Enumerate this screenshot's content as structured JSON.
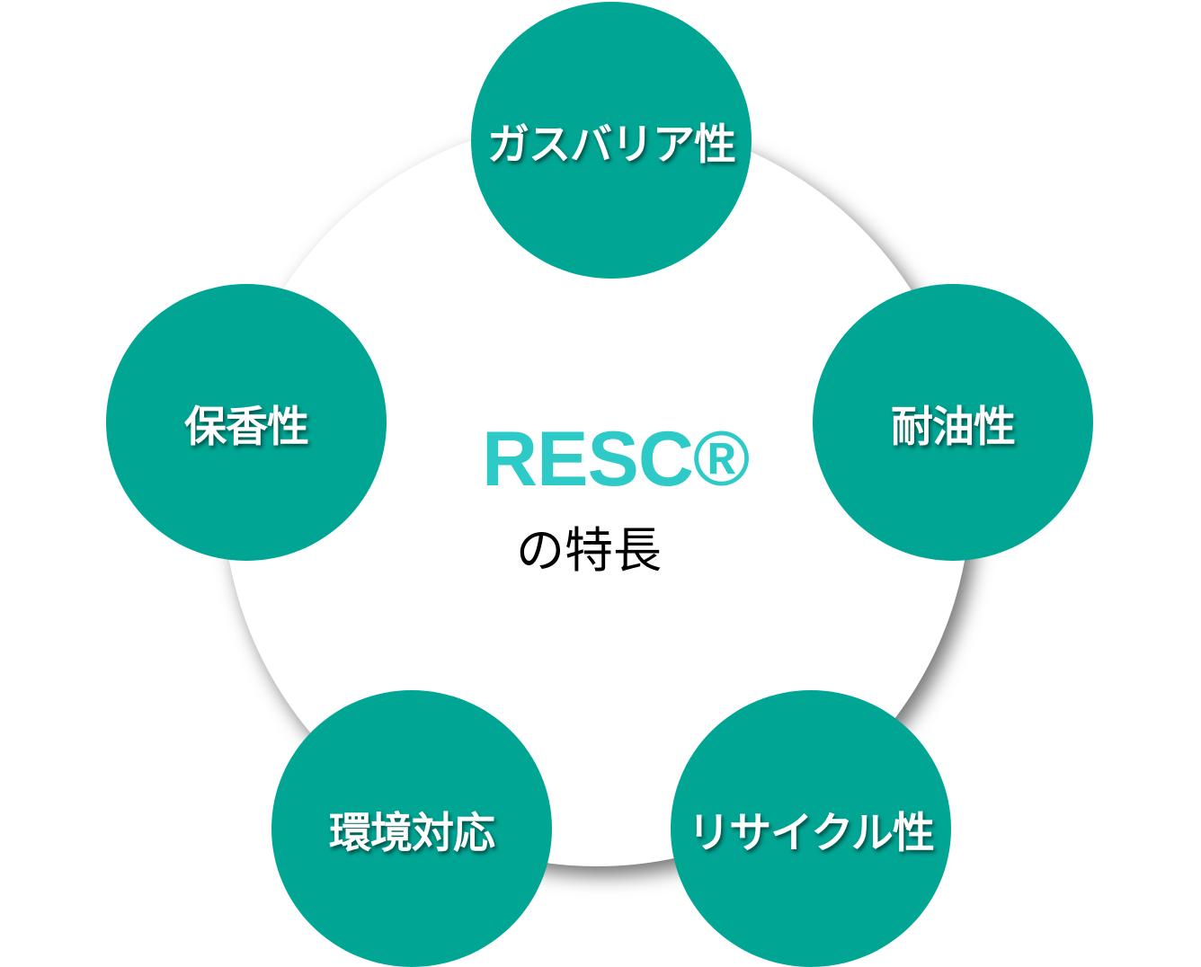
{
  "center": {
    "title": "RESC®",
    "subtitle": "の特長"
  },
  "features": [
    "ガスバリア性",
    "耐油性",
    "リサイクル性",
    "環境対応",
    "保香性"
  ],
  "colors": {
    "node": "#00A594",
    "title": "#2ECAC8"
  }
}
